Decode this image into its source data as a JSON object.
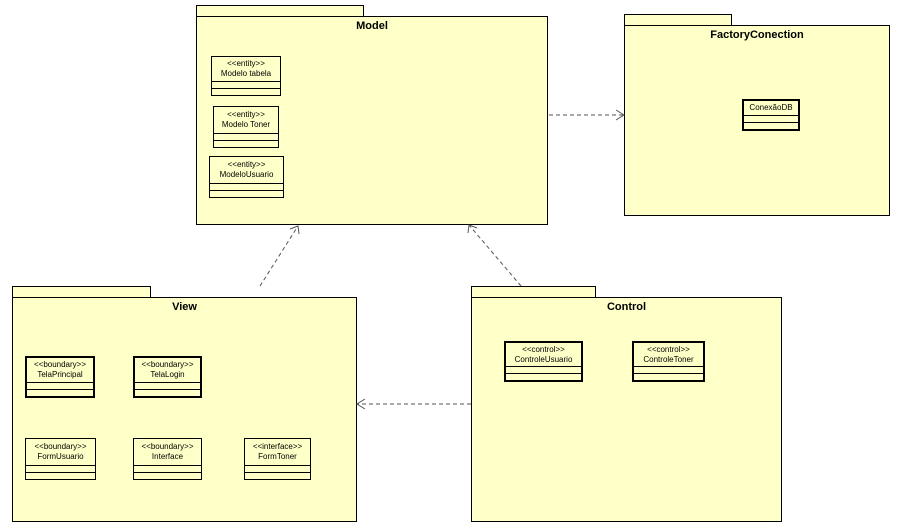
{
  "packages": {
    "model": {
      "title": "Model"
    },
    "factory": {
      "title": "FactoryConection"
    },
    "view": {
      "title": "View"
    },
    "control": {
      "title": "Control"
    }
  },
  "classes": {
    "modelo_tabela": {
      "stereotype": "<<entity>>",
      "name": "Modelo tabela"
    },
    "modelo_toner": {
      "stereotype": "<<entity>>",
      "name": "Modelo Toner"
    },
    "modelo_usuario": {
      "stereotype": "<<entity>>",
      "name": "ModeloUsuario"
    },
    "conexao_db": {
      "stereotype": "",
      "name": "ConexãoDB"
    },
    "tela_principal": {
      "stereotype": "<<boundary>>",
      "name": "TelaPrincipal"
    },
    "tela_login": {
      "stereotype": "<<boundary>>",
      "name": "TelaLogin"
    },
    "form_usuario": {
      "stereotype": "<<boundary>>",
      "name": "FormUsuario"
    },
    "interface": {
      "stereotype": "<<boundary>>",
      "name": "Interface"
    },
    "form_toner": {
      "stereotype": "<<interface>>",
      "name": "FormToner"
    },
    "controle_usuario": {
      "stereotype": "<<control>>",
      "name": "ControleUsuario"
    },
    "controle_toner": {
      "stereotype": "<<control>>",
      "name": "ControleToner"
    }
  },
  "colors": {
    "fill": "#ffffc8",
    "stroke": "#000000",
    "dependency": "#555555"
  }
}
